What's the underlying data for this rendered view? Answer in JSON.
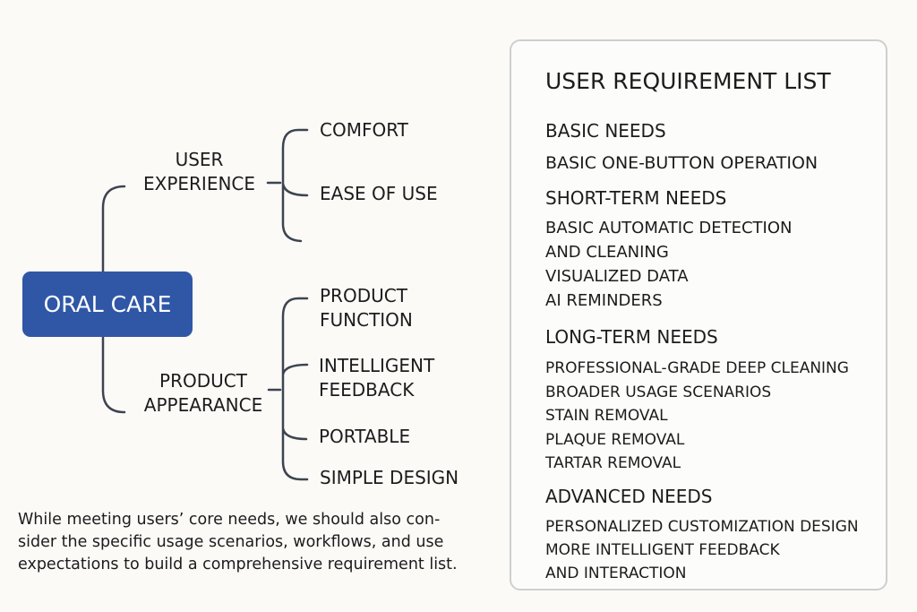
{
  "mindmap": {
    "root": "ORAL CARE",
    "branches": [
      {
        "label_lines": [
          "USER",
          "EXPERIENCE"
        ],
        "children": [
          "COMFORT",
          "EASE OF USE"
        ]
      },
      {
        "label_lines": [
          "PRODUCT",
          "APPEARANCE"
        ],
        "children": [
          [
            "PRODUCT",
            "FUNCTION"
          ],
          [
            "INTELLIGENT",
            "FEEDBACK"
          ],
          [
            "PORTABLE"
          ],
          [
            "SIMPLE DESIGN"
          ]
        ]
      }
    ],
    "colors": {
      "root": "#2f57a6",
      "lines": "#3d4450"
    }
  },
  "note": "While meeting users’ core needs, we should also con- sider the specific usage scenarios, workflows, and use expectations to build a comprehensive requirement list.",
  "note_lines": [
    "While meeting users’ core needs, we should also con-",
    "sider the specific usage scenarios, workflows, and use",
    "expectations to build a comprehensive requirement list."
  ],
  "panel": {
    "title": "USER REQUIREMENT LIST",
    "sections": [
      {
        "heading": "BASIC NEEDS",
        "items": [
          "BASIC ONE-BUTTON OPERATION"
        ]
      },
      {
        "heading": "SHORT-TERM NEEDS",
        "items": [
          "BASIC AUTOMATIC DETECTION",
          "AND CLEANING",
          "VISUALIZED DATA",
          "AI REMINDERS"
        ]
      },
      {
        "heading": "LONG-TERM NEEDS",
        "items": [
          "PROFESSIONAL-GRADE DEEP CLEANING",
          "BROADER USAGE SCENARIOS",
          "STAIN REMOVAL",
          "PLAQUE REMOVAL",
          "TARTAR REMOVAL"
        ]
      },
      {
        "heading": "ADVANCED NEEDS",
        "items": [
          "PERSONALIZED CUSTOMIZATION DESIGN",
          "MORE INTELLIGENT FEEDBACK",
          "AND INTERACTION"
        ]
      }
    ]
  }
}
